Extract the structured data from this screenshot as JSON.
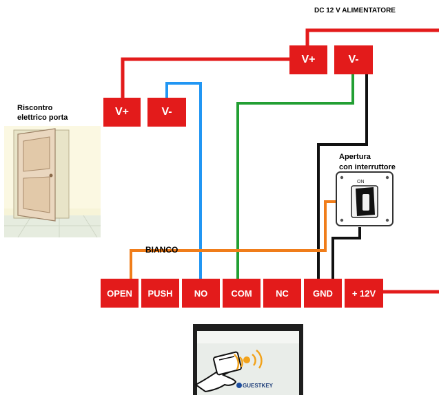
{
  "diagram": {
    "power_supply_title": "DC 12 V ALIMENTATORE",
    "door_caption_line1": "Riscontro",
    "door_caption_line2": "elettrico porta",
    "switch_caption_line1": "Apertura",
    "switch_caption_line2": "con interruttore",
    "switch_state": "ON",
    "wire_label": "BIANCO",
    "reader_logo_text": "GUESTKEY",
    "psu_terminals": {
      "vplus": "V+",
      "vminus": "V-"
    },
    "door_terminals": {
      "vplus": "V+",
      "vminus": "V-"
    },
    "controller_terminals": {
      "open": "OPEN",
      "push": "PUSH",
      "no": "NO",
      "com": "COM",
      "nc": "NC",
      "gnd": "GND",
      "v12": "+ 12V"
    },
    "wire_colors": {
      "red": "#e31b1b",
      "blue": "#2196f3",
      "green": "#229f33",
      "black": "#111111",
      "orange": "#f07d1a"
    },
    "terminal_color": "#e31b1b"
  }
}
